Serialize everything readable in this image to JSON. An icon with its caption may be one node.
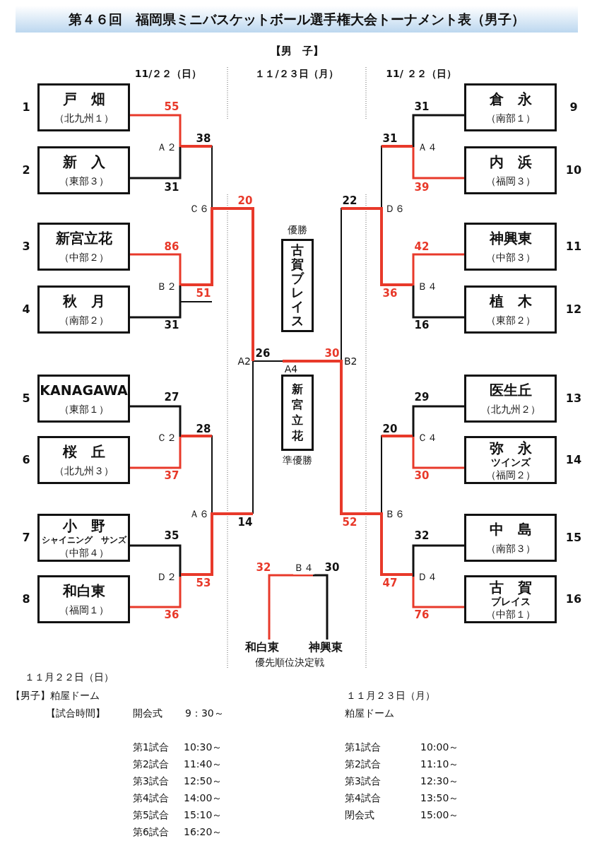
{
  "diagram": {
    "title": "第４６回　福岡県ミニバスケットボール選手権大会トーナメント表（男子）",
    "nodes": [
      {
        "text": [
          "戸　畑",
          "（北九州１）"
        ],
        "beside": [
          "1"
        ]
      },
      {
        "text": [
          "新　入",
          "（東部３）"
        ],
        "beside": [
          "2"
        ]
      },
      {
        "text": [
          "新宮立花",
          "（中部２）"
        ],
        "beside": [
          "3"
        ]
      },
      {
        "text": [
          "秋　月",
          "（南部２）"
        ],
        "beside": [
          "4"
        ]
      },
      {
        "text": [
          "KANAGAWA",
          "（東部１）"
        ],
        "beside": [
          "5"
        ]
      },
      {
        "text": [
          "桜　丘",
          "（北九州３）"
        ],
        "beside": [
          "6"
        ]
      },
      {
        "text": [
          "小　野",
          "シャイニング　サンズ",
          "（中部４）"
        ],
        "beside": [
          "7"
        ]
      },
      {
        "text": [
          "和白東",
          "（福岡１）"
        ],
        "beside": [
          "8"
        ]
      },
      {
        "text": [
          "倉　永",
          "（南部１）"
        ],
        "beside": [
          "9"
        ]
      },
      {
        "text": [
          "内　浜",
          "（福岡３）"
        ],
        "beside": [
          "10"
        ]
      },
      {
        "text": [
          "神興東",
          "（中部３）"
        ],
        "beside": [
          "11"
        ]
      },
      {
        "text": [
          "植　木",
          "（東部２）"
        ],
        "beside": [
          "12"
        ]
      },
      {
        "text": [
          "医生丘",
          "（北九州２）"
        ],
        "beside": [
          "13"
        ]
      },
      {
        "text": [
          "弥　永",
          "ツインズ",
          "（福岡２）"
        ],
        "beside": [
          "14"
        ]
      },
      {
        "text": [
          "中　島",
          "（南部３）"
        ],
        "beside": [
          "15"
        ]
      },
      {
        "text": [
          "古　賀",
          "ブレイス",
          "（中部１）"
        ],
        "beside": [
          "16"
        ]
      },
      {
        "text": [
          "優勝",
          "古賀ブレイス"
        ]
      },
      {
        "text": [
          "新宮立花",
          "準優勝"
        ]
      },
      {
        "text": [
          "和白東"
        ]
      },
      {
        "text": [
          "神興東"
        ]
      }
    ],
    "edges": [
      {
        "from": 0,
        "to": 1,
        "arrow": "none",
        "label": "Ａ２"
      },
      {
        "from": 2,
        "to": 3,
        "arrow": "none",
        "label": "Ｂ２"
      },
      {
        "from": 4,
        "to": 5,
        "arrow": "none",
        "label": "Ｃ２"
      },
      {
        "from": 6,
        "to": 7,
        "arrow": "none",
        "label": "Ｄ２"
      },
      {
        "from": 8,
        "to": 9,
        "arrow": "none",
        "label": "Ａ４"
      },
      {
        "from": 10,
        "to": 11,
        "arrow": "none",
        "label": "Ｂ４"
      },
      {
        "from": 12,
        "to": 13,
        "arrow": "none",
        "label": "Ｃ４"
      },
      {
        "from": 14,
        "to": 15,
        "arrow": "none",
        "label": "Ｄ４"
      },
      {
        "from": 18,
        "to": 19,
        "arrow": "none",
        "label": "Ｂ４"
      }
    ],
    "labels": [
      "【男　子】",
      "11/２２（日）",
      "１１/２３日（月）",
      "11/ ２２（日）",
      "55",
      "31",
      "38",
      "31",
      "31",
      "39",
      "20",
      "22",
      "Ｃ６",
      "Ｄ６",
      "86",
      "42",
      "51",
      "36",
      "31",
      "16",
      "26",
      "30",
      "A2",
      "B2",
      "A4",
      "27",
      "29",
      "28",
      "20",
      "37",
      "30",
      "Ａ６",
      "Ｂ６",
      "14",
      "52",
      "35",
      "32",
      "32",
      "30",
      "53",
      "47",
      "36",
      "76",
      "優先順位決定戦",
      "１１月２２日（日）",
      "【男子】粕屋ドーム",
      "１１月２３日（月）",
      "【試合時間】",
      "開会式",
      "9：30～",
      "粕屋ドーム",
      "第1試合",
      "10:30～",
      "第1試合",
      "10:00～",
      "第2試合",
      "11:40～",
      "第2試合",
      "11:10～",
      "第3試合",
      "12:50～",
      "第3試合",
      "12:30～",
      "第4試合",
      "14:00～",
      "第4試合",
      "13:50～",
      "第5試合",
      "15:10～",
      "閉会式",
      "15:00～",
      "第6試合",
      "16:20～"
    ]
  }
}
